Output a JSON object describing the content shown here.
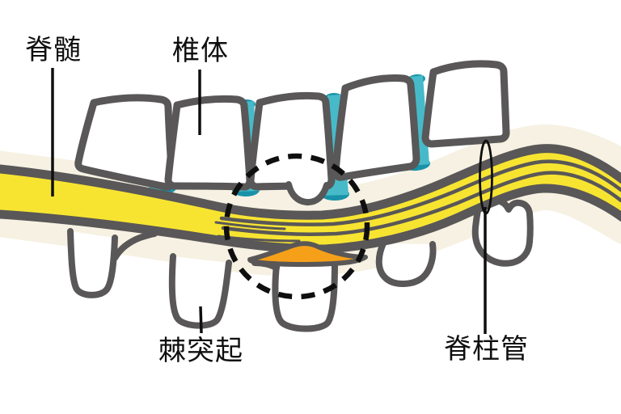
{
  "diagram": {
    "kind": "spine-anatomy-illustration",
    "labels": {
      "spinal_cord": "脊髄",
      "vertebral_body": "椎体",
      "spinous_process": "棘突起",
      "spinal_canal": "脊柱管"
    },
    "colors": {
      "outline": "#595757",
      "yellow": "#f7e431",
      "cream": "#f6f1e2",
      "teal": "#47bac9",
      "teal_dark": "#1892a8",
      "orange": "#f6a019",
      "ink": "#0f0f0f",
      "bg": "#ffffff"
    }
  }
}
